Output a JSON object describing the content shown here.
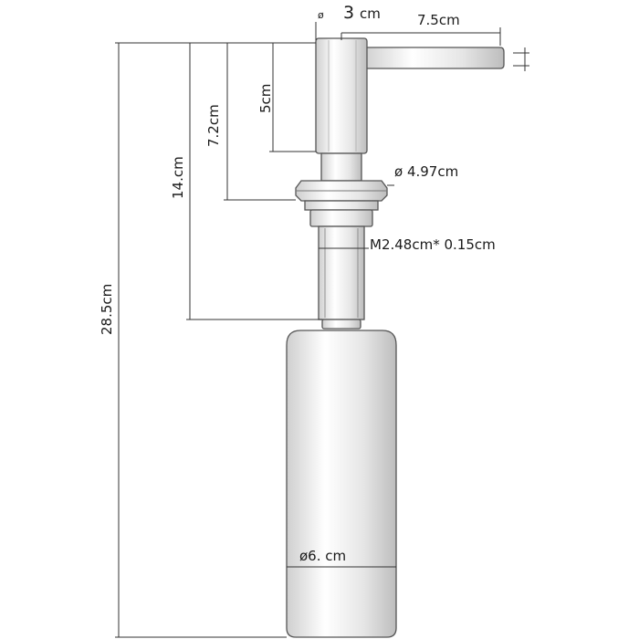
{
  "dimensions": {
    "nozzle_diameter": {
      "symbol": "ø",
      "value": "3",
      "unit": "cm"
    },
    "spout_length": "7.5cm",
    "head_height": "5cm",
    "collar_height": "7.2cm",
    "threaded_height": "14.cm",
    "total_height": "28.5cm",
    "flange_diameter": "ø 4.97cm",
    "thread_spec": "M2.48cm* 0.15cm",
    "bottle_diameter": "ø6. cm"
  },
  "colors": {
    "outline": "#555555",
    "dimension_line": "#333333",
    "text": "#1a1a1a"
  }
}
